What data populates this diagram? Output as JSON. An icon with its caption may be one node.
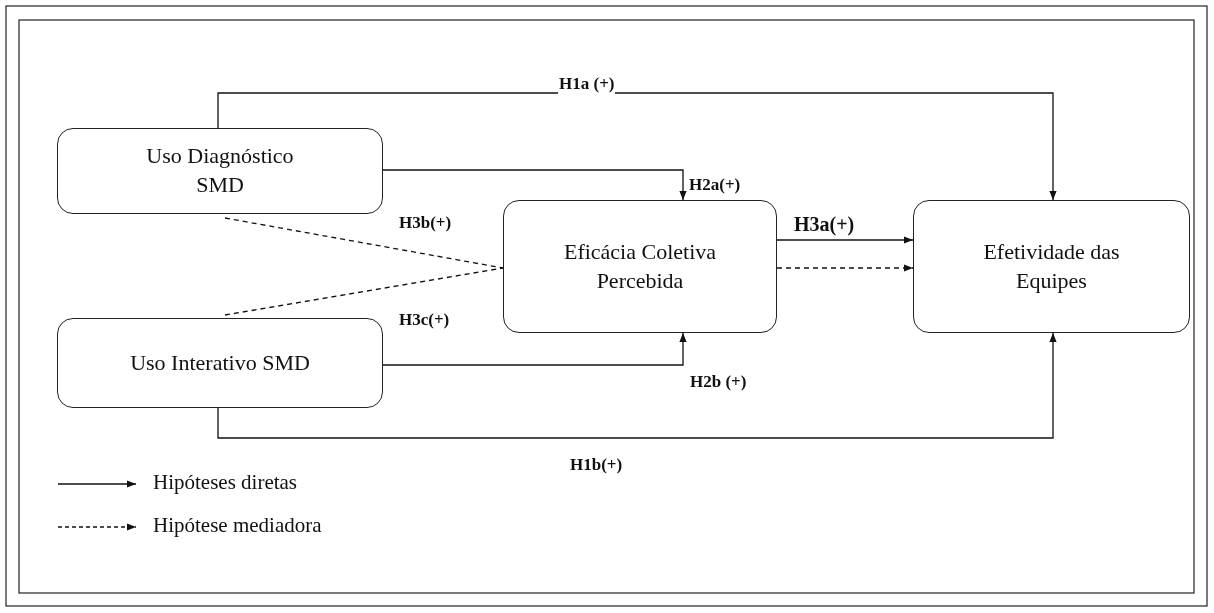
{
  "diagram": {
    "nodes": [
      {
        "text": [
          "Uso Diagnóstico SMD"
        ]
      },
      {
        "text": [
          "Uso Interativo SMD"
        ]
      },
      {
        "text": [
          "Eficácia Coletiva Percebida"
        ]
      },
      {
        "text": [
          "Efetividade das Equipes"
        ]
      }
    ],
    "edges": [
      {
        "from": 0,
        "to": 3,
        "arrow": "to",
        "label": "H1a (+)"
      },
      {
        "from": 0,
        "to": 2,
        "arrow": "to",
        "label": "H2a(+)"
      },
      {
        "from": 0,
        "to": 2,
        "arrow": "none",
        "style": "dashed",
        "label": "H3b(+)"
      },
      {
        "from": 1,
        "to": 2,
        "arrow": "none",
        "style": "dashed",
        "label": "H3c(+)"
      },
      {
        "from": 1,
        "to": 2,
        "arrow": "to",
        "label": "H2b (+)"
      },
      {
        "from": 2,
        "to": 3,
        "arrow": "to",
        "label": "H3a(+)"
      },
      {
        "from": 2,
        "to": 3,
        "arrow": "to",
        "style": "dashed"
      },
      {
        "from": 1,
        "to": 3,
        "arrow": "to",
        "label": "H1b(+)"
      }
    ],
    "legend": [
      {
        "text": "Hipóteses diretas"
      },
      {
        "text": "Hipótese mediadora"
      }
    ]
  }
}
